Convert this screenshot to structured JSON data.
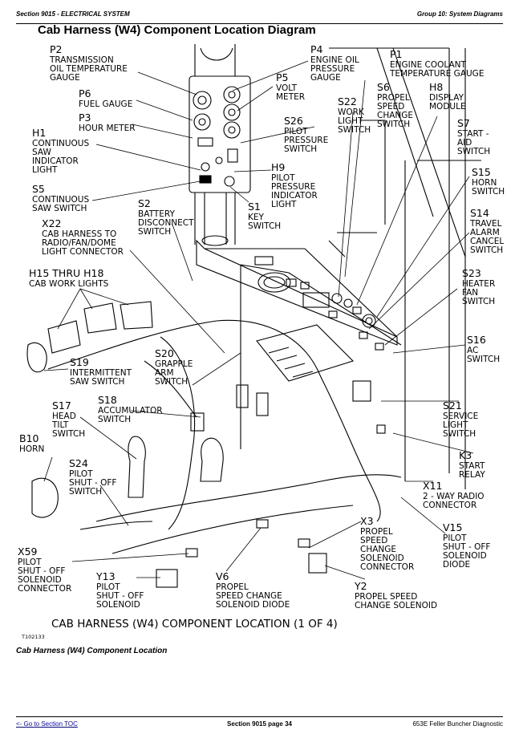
{
  "header": {
    "section": "Section 9015 - ELECTRICAL SYSTEM",
    "group": "Group 10: System Diagrams"
  },
  "title": "Cab Harness (W4) Component Location Diagram",
  "callouts": [
    {
      "id": "P2",
      "lines": [
        "TRANSMISSION",
        "OIL TEMPERATURE",
        "GAUGE"
      ]
    },
    {
      "id": "P4",
      "lines": [
        "ENGINE OIL",
        "PRESSURE",
        "GAUGE"
      ]
    },
    {
      "id": "P1",
      "lines": [
        "ENGINE COOLANT",
        "TEMPERATURE GAUGE"
      ]
    },
    {
      "id": "P5",
      "lines": [
        "VOLT",
        "METER"
      ]
    },
    {
      "id": "S6",
      "lines": [
        "PROPEL",
        "SPEED",
        "CHANGE",
        "SWITCH"
      ]
    },
    {
      "id": "H8",
      "lines": [
        "DISPLAY",
        "MODULE"
      ]
    },
    {
      "id": "P6",
      "lines": [
        "FUEL GAUGE"
      ]
    },
    {
      "id": "S22",
      "lines": [
        "WORK",
        "LIGHT",
        "SWITCH"
      ]
    },
    {
      "id": "P3",
      "lines": [
        "HOUR METER"
      ]
    },
    {
      "id": "S26",
      "lines": [
        "PILOT",
        "PRESSURE",
        "SWITCH"
      ]
    },
    {
      "id": "S7",
      "lines": [
        "START -",
        "AID",
        "SWITCH"
      ]
    },
    {
      "id": "H1",
      "lines": [
        "CONTINUOUS",
        "SAW",
        "INDICATOR",
        "LIGHT"
      ]
    },
    {
      "id": "H9",
      "lines": [
        "PILOT",
        "PRESSURE",
        "INDICATOR",
        "LIGHT"
      ]
    },
    {
      "id": "S15",
      "lines": [
        "HORN",
        "SWITCH"
      ]
    },
    {
      "id": "S5",
      "lines": [
        "CONTINUOUS",
        "SAW SWITCH"
      ]
    },
    {
      "id": "S2",
      "lines": [
        "BATTERY",
        "DISCONNECT",
        "SWITCH"
      ]
    },
    {
      "id": "S1",
      "lines": [
        "KEY",
        "SWITCH"
      ]
    },
    {
      "id": "S14",
      "lines": [
        "TRAVEL",
        "ALARM",
        "CANCEL",
        "SWITCH"
      ]
    },
    {
      "id": "X22",
      "lines": [
        "CAB HARNESS TO",
        "RADIO/FAN/DOME",
        "LIGHT CONNECTOR"
      ]
    },
    {
      "id": "H15 THRU H18",
      "lines": [
        "CAB WORK LIGHTS"
      ]
    },
    {
      "id": "S23",
      "lines": [
        "HEATER",
        "FAN",
        "SWITCH"
      ]
    },
    {
      "id": "S16",
      "lines": [
        "AC",
        "SWITCH"
      ]
    },
    {
      "id": "S20",
      "lines": [
        "GRAPPLE",
        "ARM",
        "SWITCH"
      ]
    },
    {
      "id": "S19",
      "lines": [
        "INTERMITTENT",
        "SAW SWITCH"
      ]
    },
    {
      "id": "S17",
      "lines": [
        "HEAD",
        "TILT",
        "SWITCH"
      ]
    },
    {
      "id": "S18",
      "lines": [
        "ACCUMULATOR",
        "SWITCH"
      ]
    },
    {
      "id": "S21",
      "lines": [
        "SERVICE",
        "LIGHT",
        "SWITCH"
      ]
    },
    {
      "id": "B10",
      "lines": [
        "HORN"
      ]
    },
    {
      "id": "K3",
      "lines": [
        "START",
        "RELAY"
      ]
    },
    {
      "id": "S24",
      "lines": [
        "PILOT",
        "SHUT - OFF",
        "SWITCH"
      ]
    },
    {
      "id": "X11",
      "lines": [
        "2 - WAY RADIO",
        "CONNECTOR"
      ]
    },
    {
      "id": "X3",
      "lines": [
        "PROPEL",
        "SPEED",
        "CHANGE",
        "SOLENOID",
        "CONNECTOR"
      ]
    },
    {
      "id": "V15",
      "lines": [
        "PILOT",
        "SHUT - OFF",
        "SOLENOID",
        "DIODE"
      ]
    },
    {
      "id": "X59",
      "lines": [
        "PILOT",
        "SHUT - OFF",
        "SOLENOID",
        "CONNECTOR"
      ]
    },
    {
      "id": "Y13",
      "lines": [
        "PILOT",
        "SHUT - OFF",
        "SOLENOID"
      ]
    },
    {
      "id": "V6",
      "lines": [
        "PROPEL",
        "SPEED CHANGE",
        "SOLENOID DIODE"
      ]
    },
    {
      "id": "Y2",
      "lines": [
        "PROPEL SPEED",
        "CHANGE SOLENOID"
      ]
    }
  ],
  "figure_caption": "CAB HARNESS (W4) COMPONENT LOCATION (1 OF 4)",
  "figure_ref": "T102133",
  "caption": "Cab Harness (W4) Component Location",
  "footer": {
    "toc_link": "<- Go to Section TOC",
    "page": "Section 9015 page 34",
    "manual": "653E Feller Buncher Diagnostic"
  }
}
